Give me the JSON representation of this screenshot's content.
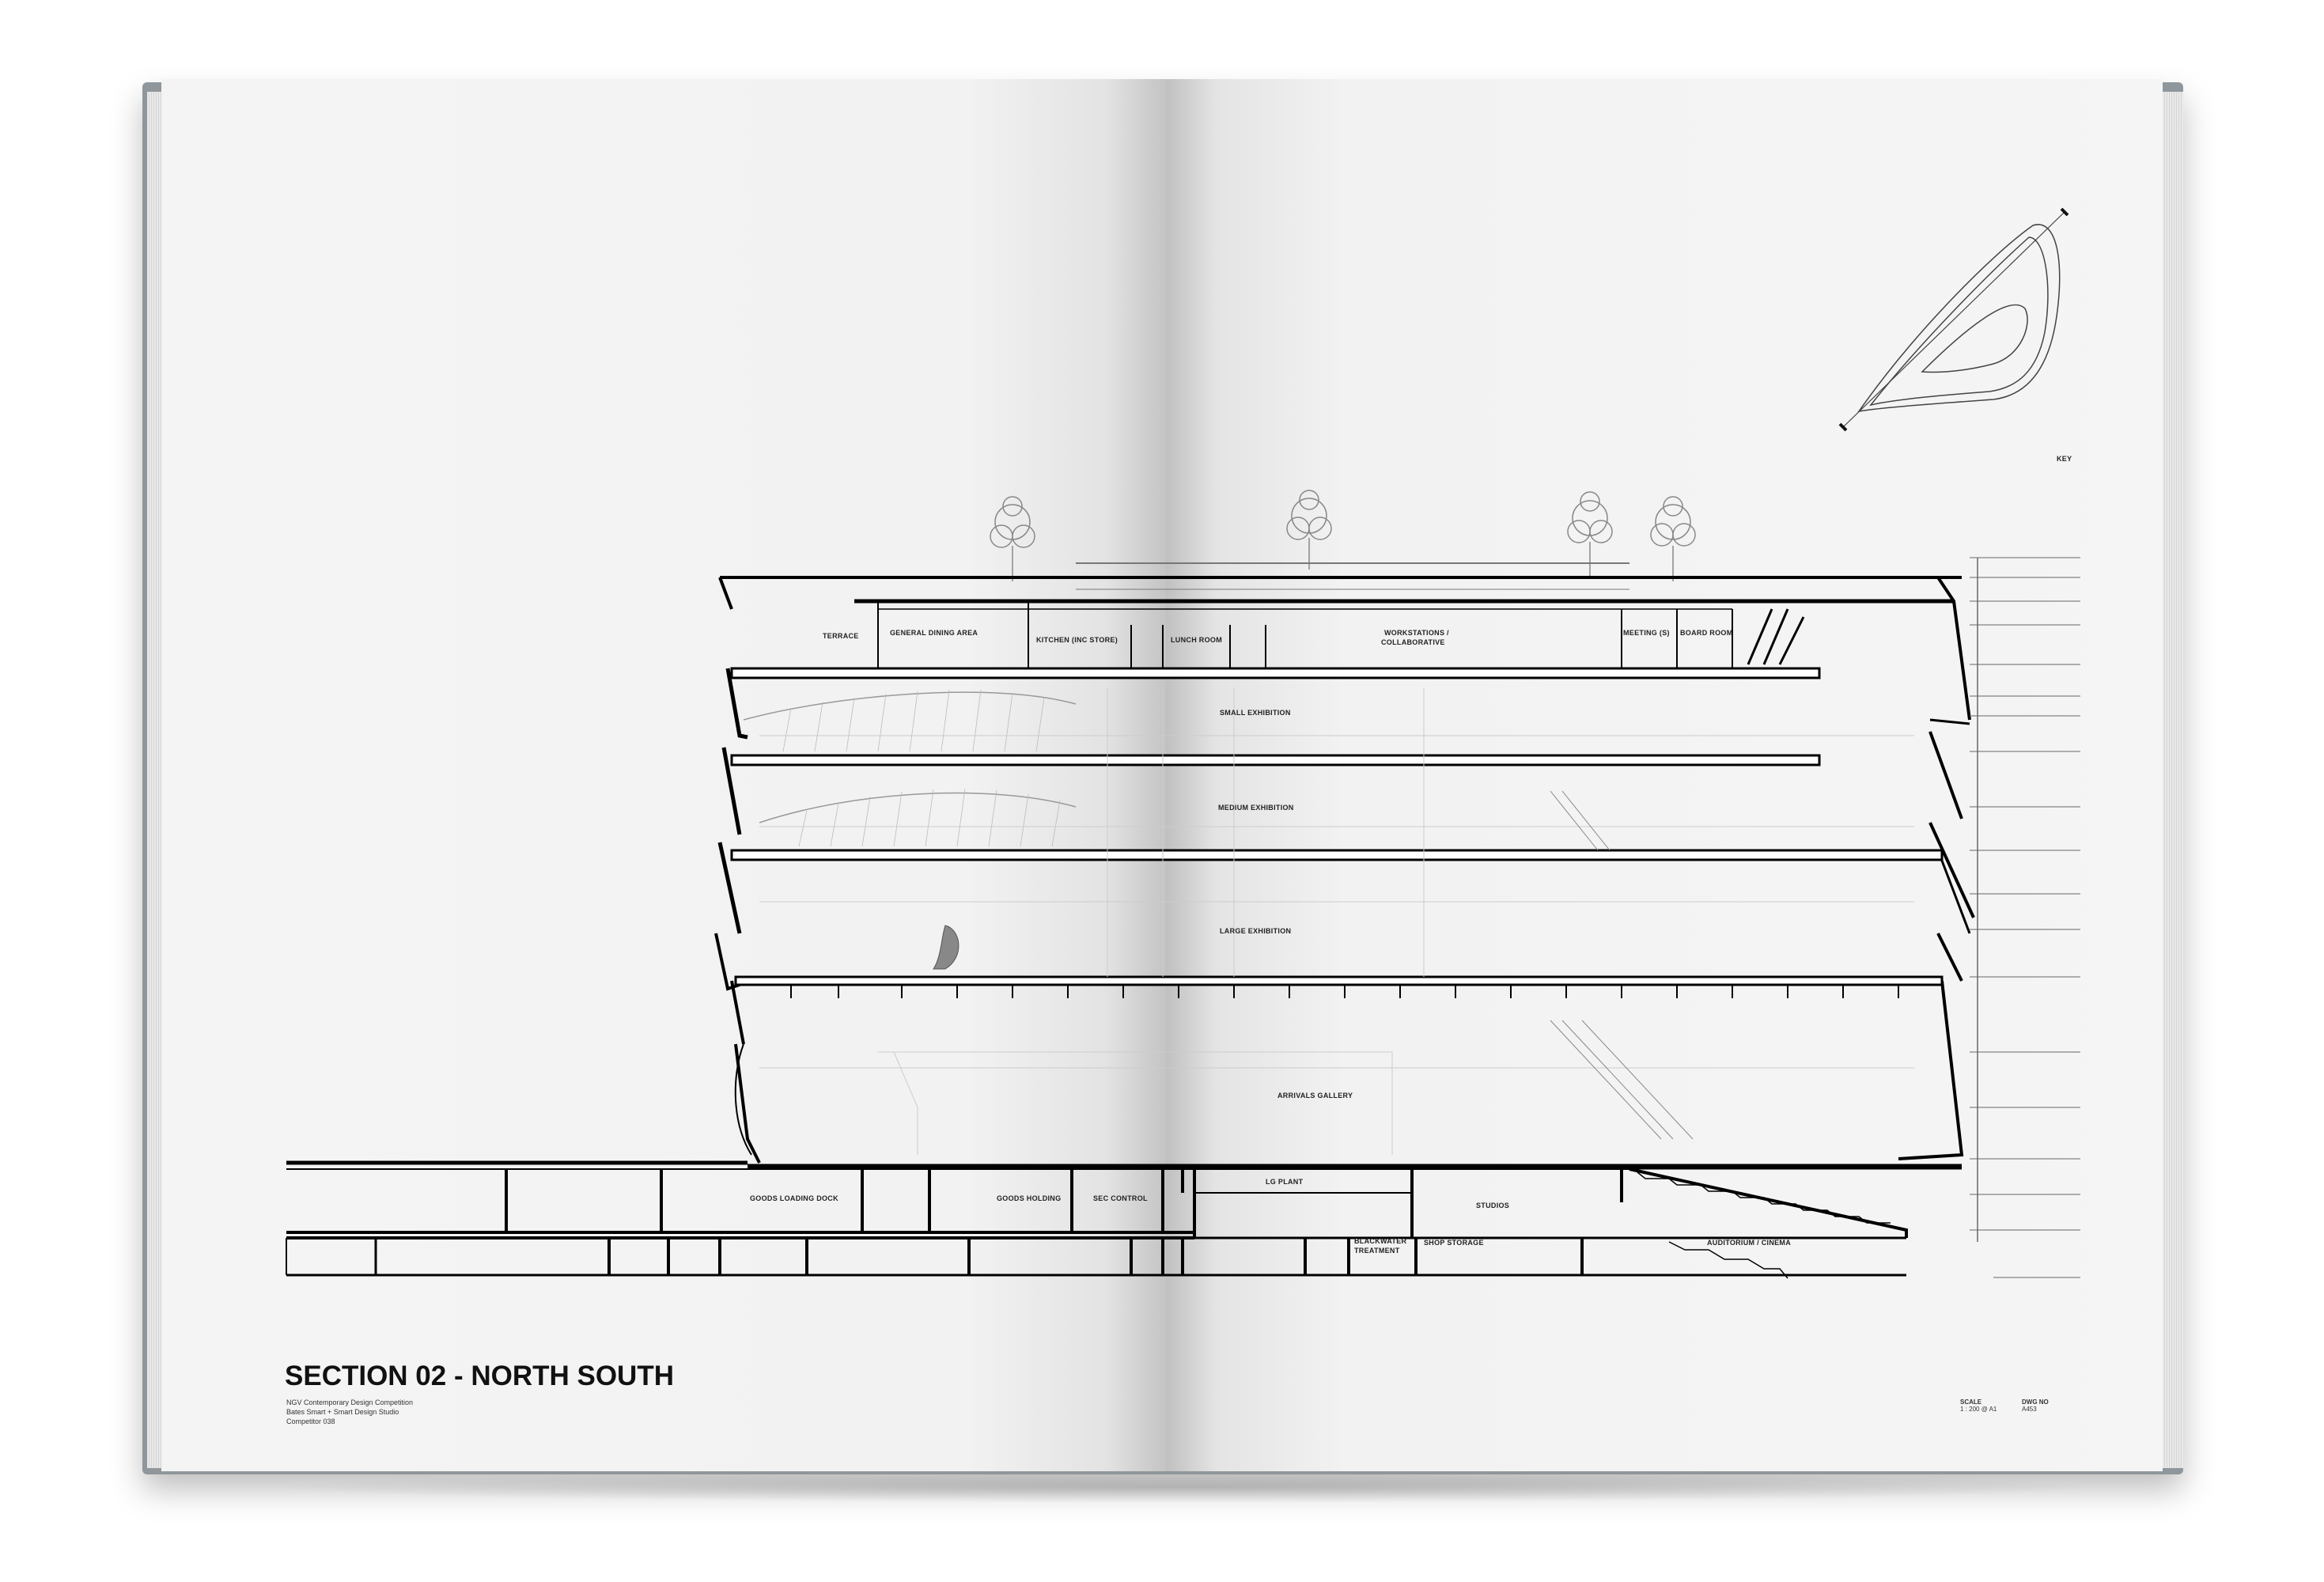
{
  "title": "SECTION 02 - NORTH SOUTH",
  "subtitle_lines": [
    "NGV Contemporary Design Competition",
    "Bates Smart + Smart Design Studio",
    "Competitor 038"
  ],
  "key_label": "KEY",
  "title_block": {
    "scale_label": "SCALE",
    "scale_value": "1 : 200 @ A1",
    "dwg_label": "DWG NO",
    "dwg_value": "A453"
  },
  "room_labels": {
    "terrace": "TERRACE",
    "general_dining": "GENERAL DINING AREA",
    "kitchen": "KITCHEN (INC STORE)",
    "lunch_room": "LUNCH ROOM",
    "workstations_1": "WORKSTATIONS /",
    "workstations_2": "COLLABORATIVE",
    "meeting": "MEETING (S)",
    "board_room": "BOARD ROOM",
    "small_exhibition": "SMALL EXHIBITION",
    "medium_exhibition": "MEDIUM EXHIBITION",
    "large_exhibition": "LARGE EXHIBITION",
    "arrivals_gallery": "ARRIVALS GALLERY",
    "goods_loading_dock": "GOODS LOADING DOCK",
    "goods_holding": "GOODS HOLDING",
    "sec_control": "SEC CONTROL",
    "lg_plant": "LG PLANT",
    "studios": "STUDIOS",
    "blackwater_1": "BLACKWATER",
    "blackwater_2": "TREATMENT",
    "shop_storage": "SHOP STORAGE",
    "auditorium": "AUDITORIUM / CINEMA"
  }
}
